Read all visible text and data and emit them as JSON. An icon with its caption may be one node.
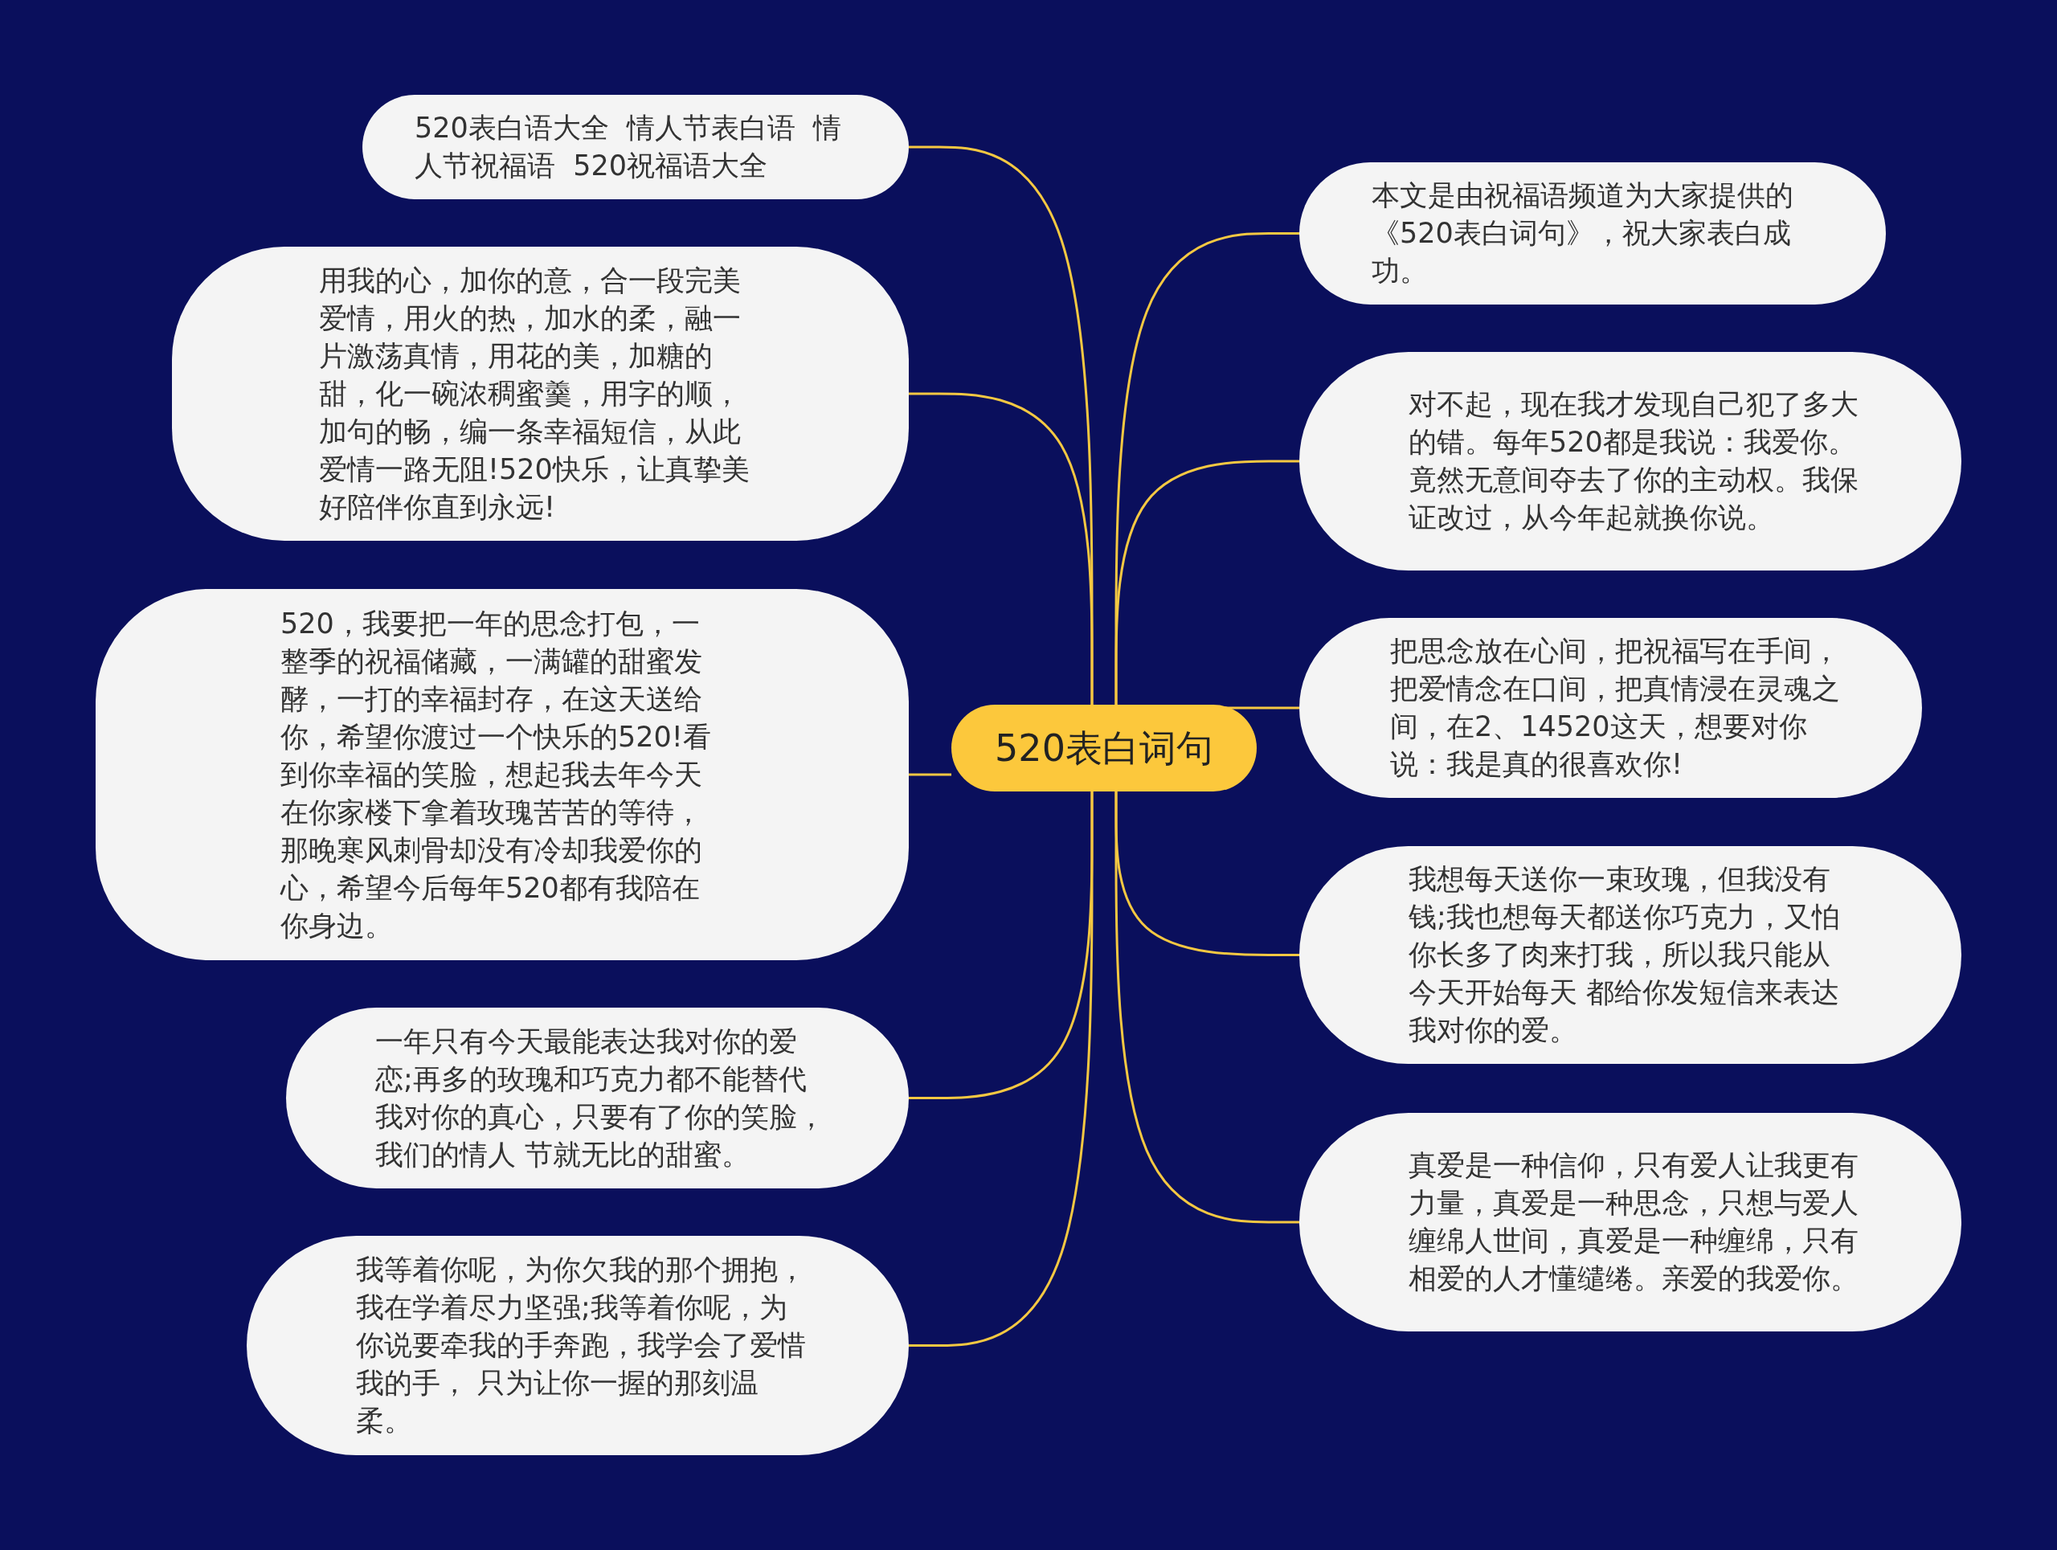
{
  "diagram": {
    "nodes": [
      {
        "text": [
          "520表白词句"
        ]
      },
      {
        "text": [
          "520表白语大全  情人节表白语  情人节祝福语  520祝福语大全"
        ]
      },
      {
        "text": [
          "用我的心，加你的意，合一段完美爱情，用火的热，加水的柔，融一片激荡真情，用花的美，加糖的甜，化一碗浓稠蜜羹，用字的顺，加句的畅，编一条幸福短信，从此爱情一路无阻!520快乐，让真挚美好陪伴你直到永远!"
        ]
      },
      {
        "text": [
          "520，我要把一年的思念打包，一整季的祝福储藏，一满罐的甜蜜发酵，一打的幸福封存，在这天送给你，希望你渡过一个快乐的520!看到你幸福的笑脸，想起我去年今天在你家楼下拿着玫瑰苦苦的等待，那晚寒风刺骨却没有冷却我爱你的心，希望今后每年520都有我陪在你身边。"
        ]
      },
      {
        "text": [
          "一年只有今天最能表达我对你的爱恋;再多的玫瑰和巧克力都不能替代我对你的真心，只要有了你的笑脸，我们的情人 节就无比的甜蜜。"
        ]
      },
      {
        "text": [
          "我等着你呢，为你欠我的那个拥抱，我在学着尽力坚强;我等着你呢，为你说要牵我的手奔跑，我学会了爱惜我的手， 只为让你一握的那刻温柔。"
        ]
      },
      {
        "text": [
          "本文是由祝福语频道为大家提供的《520表白词句》，祝大家表白成功。"
        ]
      },
      {
        "text": [
          "对不起，现在我才发现自己犯了多大的错。每年520都是我说：我爱你。竟然无意间夺去了你的主动权。我保证改过，从今年起就换你说。"
        ]
      },
      {
        "text": [
          "把思念放在心间，把祝福写在手间，把爱情念在口间，把真情浸在灵魂之间，在2、14520这天，想要对你说：我是真的很喜欢你!"
        ]
      },
      {
        "text": [
          "我想每天送你一束玫瑰，但我没有钱;我也想每天都送你巧克力，又怕你长多了肉来打我，所以我只能从今天开始每天 都给你发短信来表达我对你的爱。"
        ]
      },
      {
        "text": [
          "真爱是一种信仰，只有爱人让我更有力量，真爱是一种思念，只想与爱人缠绵人世间，真爱是一种缠绵，只有相爱的人才懂缱绻。亲爱的我爱你。"
        ]
      }
    ],
    "edges": [
      {
        "from": 0,
        "to": 1,
        "arrow": "none"
      },
      {
        "from": 0,
        "to": 2,
        "arrow": "none"
      },
      {
        "from": 0,
        "to": 3,
        "arrow": "none"
      },
      {
        "from": 0,
        "to": 4,
        "arrow": "none"
      },
      {
        "from": 0,
        "to": 5,
        "arrow": "none"
      },
      {
        "from": 0,
        "to": 6,
        "arrow": "none"
      },
      {
        "from": 0,
        "to": 7,
        "arrow": "none"
      },
      {
        "from": 0,
        "to": 8,
        "arrow": "none"
      },
      {
        "from": 0,
        "to": 9,
        "arrow": "none"
      },
      {
        "from": 0,
        "to": 10,
        "arrow": "none"
      }
    ]
  }
}
